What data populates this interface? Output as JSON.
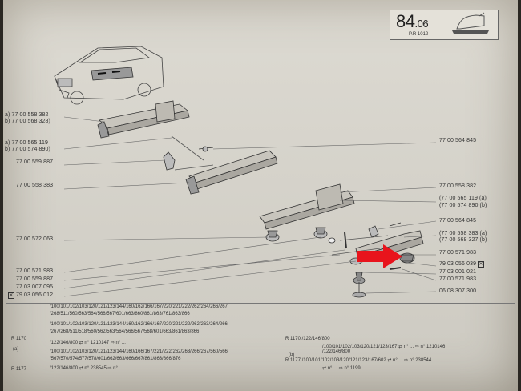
{
  "page": {
    "number": "84",
    "section": ".06",
    "subtitle": "P.R 1012"
  },
  "refs_left": [
    {
      "id": "a-7700558382",
      "text": "a) 77 00 558 382"
    },
    {
      "id": "b-7700568328",
      "text": "b) 77 00 568 328)"
    },
    {
      "id": "a-7700565119",
      "text": "a) 77 00 565 119"
    },
    {
      "id": "b-7700574890",
      "text": "b) 77 00 574 890)"
    },
    {
      "id": "7700559887-top",
      "text": "77 00 559 887"
    },
    {
      "id": "7700558383",
      "text": "77 00 558 383"
    },
    {
      "id": "7700572063",
      "text": "77 00 572 063"
    },
    {
      "id": "7700571983",
      "text": "77 00 571 983"
    },
    {
      "id": "7700559887-bot",
      "text": "77 00 559 887"
    },
    {
      "id": "7703007095",
      "text": "77 03 007 095"
    },
    {
      "id": "7903056012",
      "text": "79 03 056 012"
    }
  ],
  "refs_right": [
    {
      "id": "r-7700564845-top",
      "text": "77 00 564 845"
    },
    {
      "id": "r-7700558382",
      "text": "77 00 558 382"
    },
    {
      "id": "r-7700565119",
      "text": "(77 00 565 119 (a)"
    },
    {
      "id": "r-7700574890",
      "text": "(77 00 574 890 (b)"
    },
    {
      "id": "r-7700564845",
      "text": "77 00 564 845"
    },
    {
      "id": "r-7700558383",
      "text": "(77 00 558 383 (a)"
    },
    {
      "id": "r-7700568327",
      "text": "(77 00 568 327 (b)"
    },
    {
      "id": "r-7700571983",
      "text": "77 00 571 983"
    },
    {
      "id": "r-7903056039",
      "text": "79 03 056 039"
    },
    {
      "id": "r-7703001021",
      "text": "77 03 001 021"
    },
    {
      "id": "r-7700571983b",
      "text": "77 00 571 983"
    },
    {
      "id": "r-0608307300",
      "text": "06 08 307 300"
    }
  ],
  "footnotes_left": [
    "/100/101/102/103/120/121/123/144/160/162/166/167/220/221/222/262/264/266/267",
    "/268/511/560/563/564/566/567/601/663/860/861/863/761/863/866",
    "/100/101/102/103/120/121/123/144/160/162/166/167/220/221/222/262/263/264/266",
    "/267/268/511/518/560/562/563/564/566/567/568/601/663/861/863/866",
    "R 1170",
    "/122/146/800    ⇄ n°   1210147    ⇨ n°  ...",
    "(a)",
    "/100/101/102/103/120/121/123/144/160/166/167/221/222/262/263/266/267/560/566",
    "/567/570/574/577/578/601/662/663/666/667/861/863/866/876",
    "/122/146/800    ⇄ n°   238545    ⇨ n°  ...",
    "R 1177"
  ],
  "footnotes_right": [
    "R 1170   /122/146/800",
    "/100/101/102/103/120/121/123/167    ⇄ n°  ...    ⇨ n°  1210146",
    "(b)",
    "/122/146/800",
    "R 1177   /100/101/102/103/120/121/123/167/602    ⇄ n°  ...    ⇨ n°  238544",
    "⇄ n°  ...    ⇨ n°  1199"
  ],
  "colors": {
    "paper": "#d9d6cd",
    "ink": "#333333",
    "arrow": "#e8141c"
  }
}
